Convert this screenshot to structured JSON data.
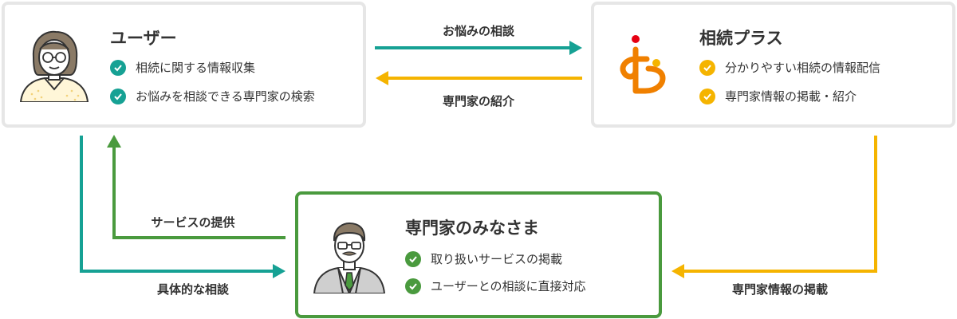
{
  "colors": {
    "teal": "#16a194",
    "yellow": "#f5b400",
    "green": "#4a9a3e",
    "orange": "#f08000",
    "red": "#e60012"
  },
  "user": {
    "title": "ユーザー",
    "icon": "woman-with-glasses-icon",
    "items": [
      "相続に関する情報収集",
      "お悩みを相談できる専門家の検索"
    ]
  },
  "service": {
    "title": "相続プラス",
    "icon": "souzoku-plus-logo",
    "items": [
      "分かりやすい相続の情報配信",
      "専門家情報の掲載・紹介"
    ]
  },
  "expert": {
    "title": "専門家のみなさま",
    "icon": "businessman-with-glasses-icon",
    "items": [
      "取り扱いサービスの掲載",
      "ユーザーとの相談に直接対応"
    ]
  },
  "flows": {
    "user_to_service": "お悩みの相談",
    "service_to_user": "専門家の紹介",
    "expert_to_user": "サービスの提供",
    "user_to_expert": "具体的な相談",
    "service_to_expert": "専門家情報の掲載"
  }
}
